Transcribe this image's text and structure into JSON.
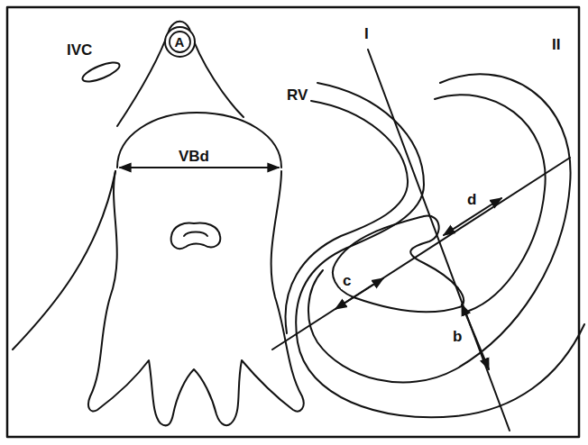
{
  "diagram": {
    "nodes": [
      {
        "text": [
          "A"
        ]
      }
    ],
    "labels": [
      "IVC",
      "VBd",
      "RV",
      "I",
      "II",
      "d",
      "c",
      "b"
    ]
  }
}
